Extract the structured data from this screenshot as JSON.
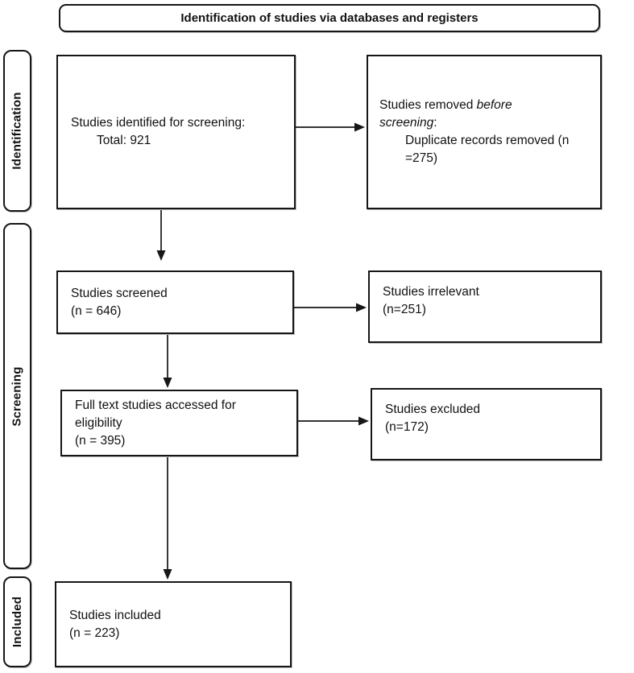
{
  "header": {
    "title": "Identification of studies via databases and registers"
  },
  "sidebar": {
    "identification": "Identification",
    "screening": "Screening",
    "included": "Included"
  },
  "boxes": {
    "identified": {
      "lines": [
        {
          "seg": [
            {
              "t": "Studies identified for screening:"
            }
          ]
        },
        {
          "ind": 1,
          "seg": [
            {
              "t": "Total: 921"
            }
          ]
        }
      ]
    },
    "removed": {
      "lines": [
        {
          "seg": [
            {
              "t": "Studies removed "
            },
            {
              "t": "before",
              "i": 1
            }
          ]
        },
        {
          "seg": [
            {
              "t": "screening",
              "i": 1
            },
            {
              "t": ":"
            }
          ]
        },
        {
          "ind": 1,
          "seg": [
            {
              "t": "Duplicate records removed (n"
            }
          ]
        },
        {
          "ind": 1,
          "seg": [
            {
              "t": "=275)"
            }
          ]
        }
      ]
    },
    "screened": {
      "lines": [
        {
          "seg": [
            {
              "t": "Studies screened"
            }
          ]
        },
        {
          "seg": [
            {
              "t": "(n = 646)"
            }
          ]
        }
      ]
    },
    "irrelevant": {
      "lines": [
        {
          "seg": [
            {
              "t": "Studies irrelevant"
            }
          ]
        },
        {
          "seg": [
            {
              "t": "(n=251)"
            }
          ]
        }
      ]
    },
    "fulltext": {
      "lines": [
        {
          "seg": [
            {
              "t": "Full text studies accessed for"
            }
          ]
        },
        {
          "seg": [
            {
              "t": "eligibility"
            }
          ]
        },
        {
          "seg": [
            {
              "t": "(n = 395)"
            }
          ]
        }
      ]
    },
    "excluded": {
      "lines": [
        {
          "seg": [
            {
              "t": "Studies excluded"
            }
          ]
        },
        {
          "seg": [
            {
              "t": "(n=172)"
            }
          ]
        }
      ]
    },
    "included": {
      "lines": [
        {
          "seg": [
            {
              "t": "Studies included"
            }
          ]
        },
        {
          "seg": [
            {
              "t": "(n = 223)"
            }
          ]
        }
      ]
    }
  },
  "counts": {
    "identified_total": 921,
    "duplicates_removed": 275,
    "screened": 646,
    "irrelevant": 251,
    "fulltext_assessed": 395,
    "excluded": 172,
    "included": 223
  },
  "colors": {
    "line": "#161616",
    "background": "#ffffff"
  }
}
